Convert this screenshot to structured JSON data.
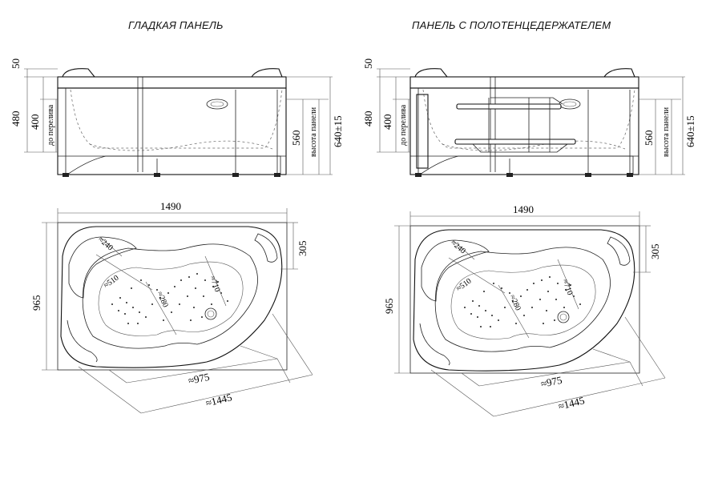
{
  "titles": {
    "left": "ГЛАДКАЯ ПАНЕЛЬ",
    "right": "ПАНЕЛЬ С ПОЛОТЕНЦЕДЕРЖАТЕЛЕМ"
  },
  "front_dims": {
    "d50": "50",
    "d480": "480",
    "d400": "400",
    "overflow_label": "до перелива",
    "d560": "560",
    "panel_label": "высота панели",
    "d640": "640±15"
  },
  "plan_dims": {
    "width": "1490",
    "depth": "965",
    "d305": "305",
    "r240": "≈240",
    "r510": "≈510",
    "r710": "≈710",
    "r280": "≈280",
    "d975": "≈975",
    "d1445": "≈1445"
  }
}
